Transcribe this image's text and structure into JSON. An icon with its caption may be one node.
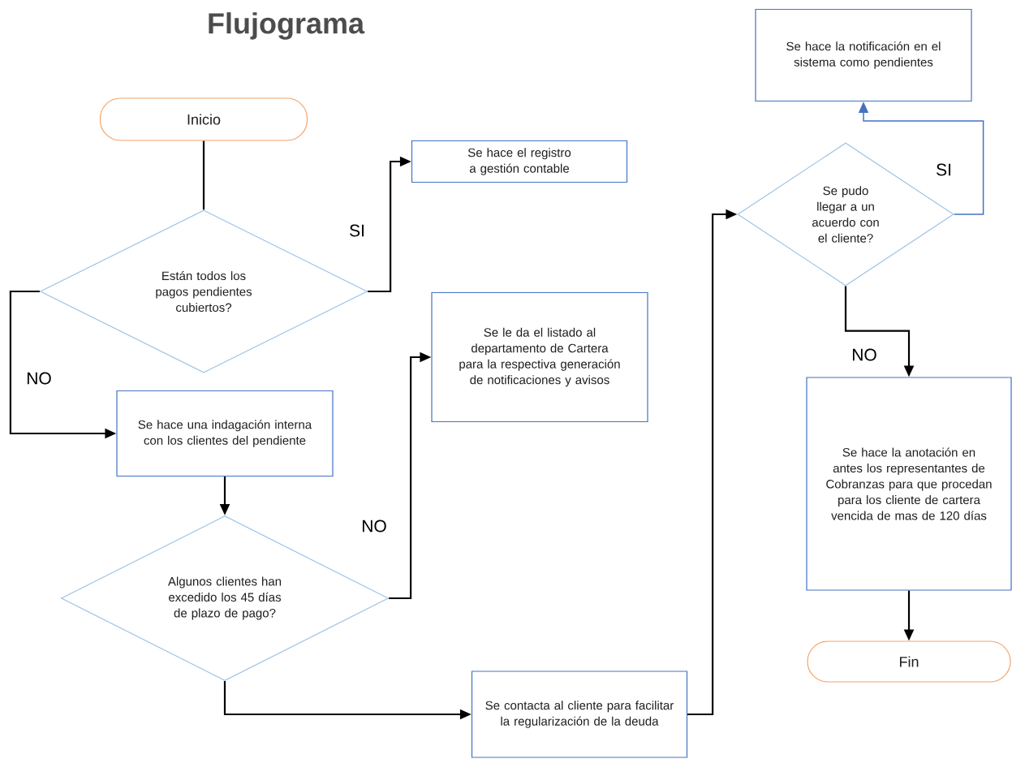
{
  "diagram": {
    "title": "Flujograma",
    "nodes": [
      {
        "text": [
          "Inicio"
        ]
      },
      {
        "text": [
          "Están todos los pagos pendientes cubiertos?"
        ]
      },
      {
        "text": [
          "Se hace el registro a gestión contable"
        ]
      },
      {
        "text": [
          "Se hace una indagación interna con los clientes del pendiente"
        ]
      },
      {
        "text": [
          "Algunos clientes han excedido los 45 días de plazo de pago?"
        ]
      },
      {
        "text": [
          "Se le da el listado al departamento de Cartera para la respectiva generación de notificaciones y avisos"
        ]
      },
      {
        "text": [
          "Se contacta al cliente para facilitar la regularización de la deuda"
        ]
      },
      {
        "text": [
          "Se pudo llegar a un acuerdo con el cliente?"
        ]
      },
      {
        "text": [
          "Se hace la notificación en el sistema como pendientes"
        ]
      },
      {
        "text": [
          "Se hace la anotación en antes los representantes de Cobranzas para que procedan para los cliente de cartera vencida de mas de 120 días"
        ]
      },
      {
        "text": [
          "Fin"
        ]
      }
    ],
    "edges": [
      {
        "from": 0,
        "to": 1,
        "arrow": "none"
      },
      {
        "from": 1,
        "to": 2,
        "arrow": "to",
        "label": "SI"
      },
      {
        "from": 1,
        "to": 3,
        "arrow": "to",
        "label": "NO"
      },
      {
        "from": 3,
        "to": 4,
        "arrow": "to"
      },
      {
        "from": 4,
        "to": 5,
        "arrow": "to",
        "label": "NO"
      },
      {
        "from": 4,
        "to": 6,
        "arrow": "to"
      },
      {
        "from": 6,
        "to": 7,
        "arrow": "to"
      },
      {
        "from": 7,
        "to": 8,
        "arrow": "to",
        "label": "SI",
        "color": "#4472c4"
      },
      {
        "from": 7,
        "to": 9,
        "arrow": "to",
        "label": "NO"
      },
      {
        "from": 9,
        "to": 10,
        "arrow": "to"
      }
    ]
  }
}
